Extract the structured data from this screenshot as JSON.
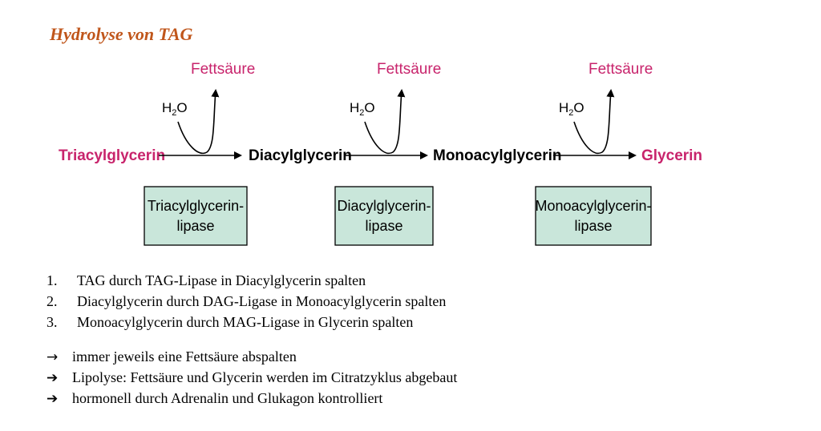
{
  "title": "Hydrolyse von TAG",
  "diagram": {
    "compounds": [
      "Triacylglycerin",
      "Diacylglycerin",
      "Monoacylglycerin",
      "Glycerin"
    ],
    "products": [
      "Fettsäure",
      "Fettsäure",
      "Fettsäure"
    ],
    "water": "H2O",
    "enzymes": [
      [
        "Triacylglycerin-",
        "lipase"
      ],
      [
        "Diacylglycerin-",
        "lipase"
      ],
      [
        "Monoacylglycerin-",
        "lipase"
      ]
    ],
    "colors": {
      "highlight": "#c8246c",
      "enzyme_box": "#c9e6da",
      "title": "#c0561b"
    }
  },
  "steps": [
    {
      "num": "1.",
      "text": "TAG durch TAG-Lipase in Diacylglycerin spalten"
    },
    {
      "num": "2.",
      "text": "Diacylglycerin durch DAG-Ligase in Monoacylglycerin spalten"
    },
    {
      "num": "3.",
      "text": "Monoacylglycerin durch MAG-Ligase in Glycerin spalten"
    }
  ],
  "notes": [
    {
      "arrow": "→",
      "text": "immer jeweils eine Fettsäure abspalten"
    },
    {
      "arrow": "➔",
      "text": "Lipolyse: Fettsäure und Glycerin werden im Citratzyklus abgebaut"
    },
    {
      "arrow": "➔",
      "text": "hormonell durch Adrenalin und Glukagon kontrolliert"
    }
  ]
}
